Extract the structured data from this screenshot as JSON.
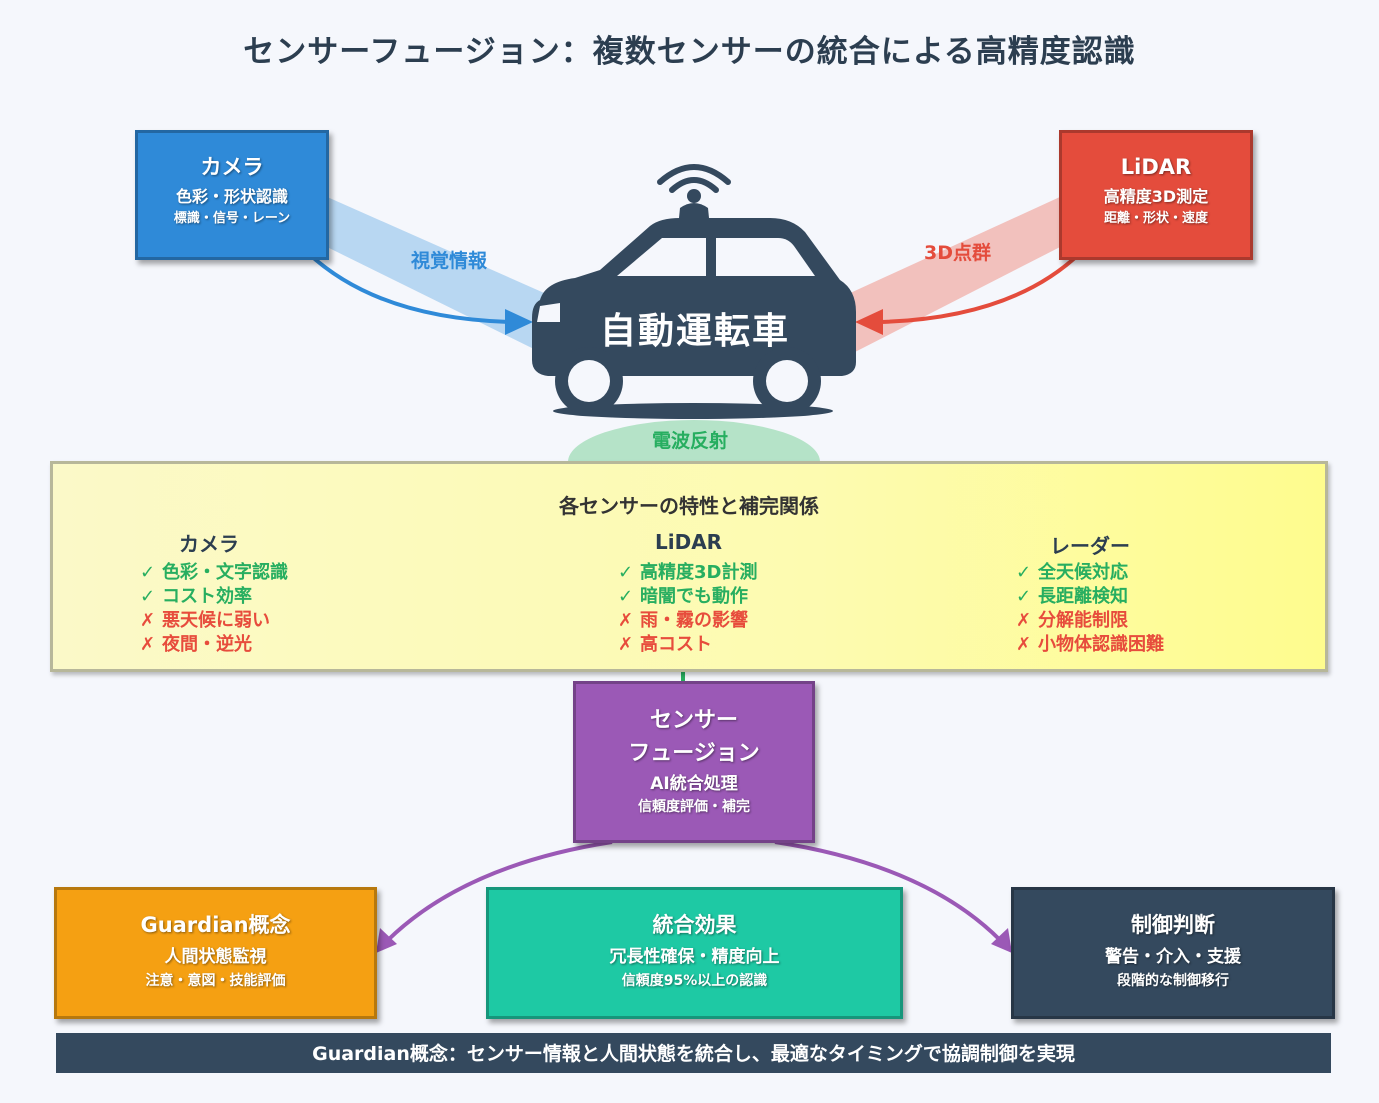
{
  "title": "センサーフュージョン：複数センサーの統合による高精度認識",
  "vehicle": {
    "label": "自動運転車"
  },
  "sensors": {
    "camera": {
      "title": "カメラ",
      "subtitle": "色彩・形状認識",
      "detail": "標識・信号・レーン",
      "flow_label": "視覚情報",
      "color": "#2f8ad8"
    },
    "lidar": {
      "title": "LiDAR",
      "subtitle": "高精度3D測定",
      "detail": "距離・形状・速度",
      "flow_label": "3D点群",
      "color": "#e44c3c"
    },
    "radar": {
      "flow_label": "電波反射",
      "color": "#27ae60"
    }
  },
  "characteristics": {
    "title": "各センサーの特性と補完関係",
    "columns": [
      {
        "title": "カメラ",
        "pros": [
          "色彩・文字認識",
          "コスト効率"
        ],
        "cons": [
          "悪天候に弱い",
          "夜間・逆光"
        ]
      },
      {
        "title": "LiDAR",
        "pros": [
          "高精度3D計測",
          "暗闇でも動作"
        ],
        "cons": [
          "雨・霧の影響",
          "高コスト"
        ]
      },
      {
        "title": "レーダー",
        "pros": [
          "全天候対応",
          "長距離検知"
        ],
        "cons": [
          "分解能制限",
          "小物体認識困難"
        ]
      }
    ],
    "pro_mark": "✓",
    "con_mark": "✗"
  },
  "fusion": {
    "title_line1": "センサー",
    "title_line2": "フュージョン",
    "subtitle": "AI統合処理",
    "detail": "信頼度評価・補完",
    "color": "#9b59b6"
  },
  "outputs": {
    "guardian": {
      "title": "Guardian概念",
      "subtitle": "人間状態監視",
      "detail": "注意・意図・技能評価",
      "color": "#f5a012"
    },
    "effect": {
      "title": "統合効果",
      "subtitle": "冗長性確保・精度向上",
      "detail": "信頼度95%以上の認識",
      "color": "#1ec9a4"
    },
    "control": {
      "title": "制御判断",
      "subtitle": "警告・介入・支援",
      "detail": "段階的な制御移行",
      "color": "#34495e"
    }
  },
  "footer": "Guardian概念：センサー情報と人間状態を統合し、最適なタイミングで協調制御を実現"
}
